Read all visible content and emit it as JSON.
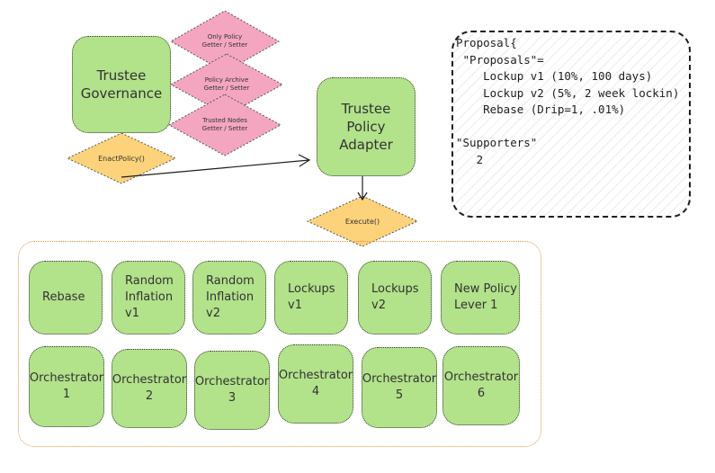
{
  "governance": {
    "label": "Trustee\nGovernance"
  },
  "setters": [
    {
      "label": "Only Policy\nGetter / Setter"
    },
    {
      "label": "Policy Archive\nGetter / Setter"
    },
    {
      "label": "Trusted Nodes\nGetter / Setter"
    }
  ],
  "enact": {
    "label": "EnactPolicy()"
  },
  "adapter": {
    "label": "Trustee\nPolicy\nAdapter"
  },
  "execute": {
    "label": "Execute()"
  },
  "proposal_text": "Proposal{\n \"Proposals\"=\n    Lockup v1 (10%, 100 days)\n    Lockup v2 (5%, 2 week lockin)\n    Rebase (Drip=1, .01%)\n\n\"Supporters\"\n   2",
  "levers": [
    {
      "label": "Rebase"
    },
    {
      "label": "Random\nInflation\nv1"
    },
    {
      "label": "Random\nInflation\nv2"
    },
    {
      "label": "Lockups\nv1"
    },
    {
      "label": "Lockups\nv2"
    },
    {
      "label": "New Policy\nLever 1"
    }
  ],
  "orchestrators": [
    {
      "label": "Orchestrator\n1"
    },
    {
      "label": "Orchestrator\n2"
    },
    {
      "label": "Orchestrator\n3"
    },
    {
      "label": "Orchestrator\n4"
    },
    {
      "label": "Orchestrator\n5"
    },
    {
      "label": "Orchestrator\n6"
    }
  ],
  "colors": {
    "green": "#b2e28a",
    "pink": "#f4a6c0",
    "yellow": "#fcd37a",
    "orange": "#e8913a"
  }
}
